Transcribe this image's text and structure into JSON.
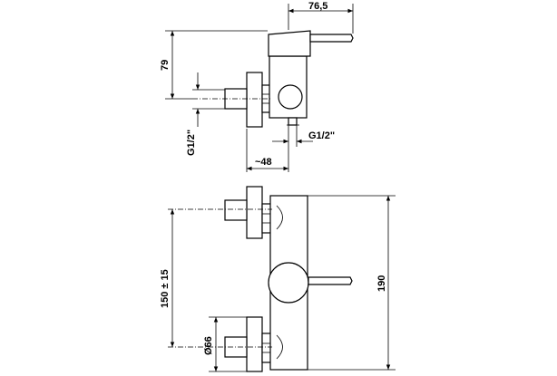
{
  "dimensions": {
    "side_width": "76,5",
    "side_height": "79",
    "inlet_thread": "G1/2\"",
    "outlet_thread": "G1/2\"",
    "wall_depth": "~48",
    "front_spacing": "150 ± 15",
    "front_height": "190",
    "flange_diameter": "Ø66"
  }
}
